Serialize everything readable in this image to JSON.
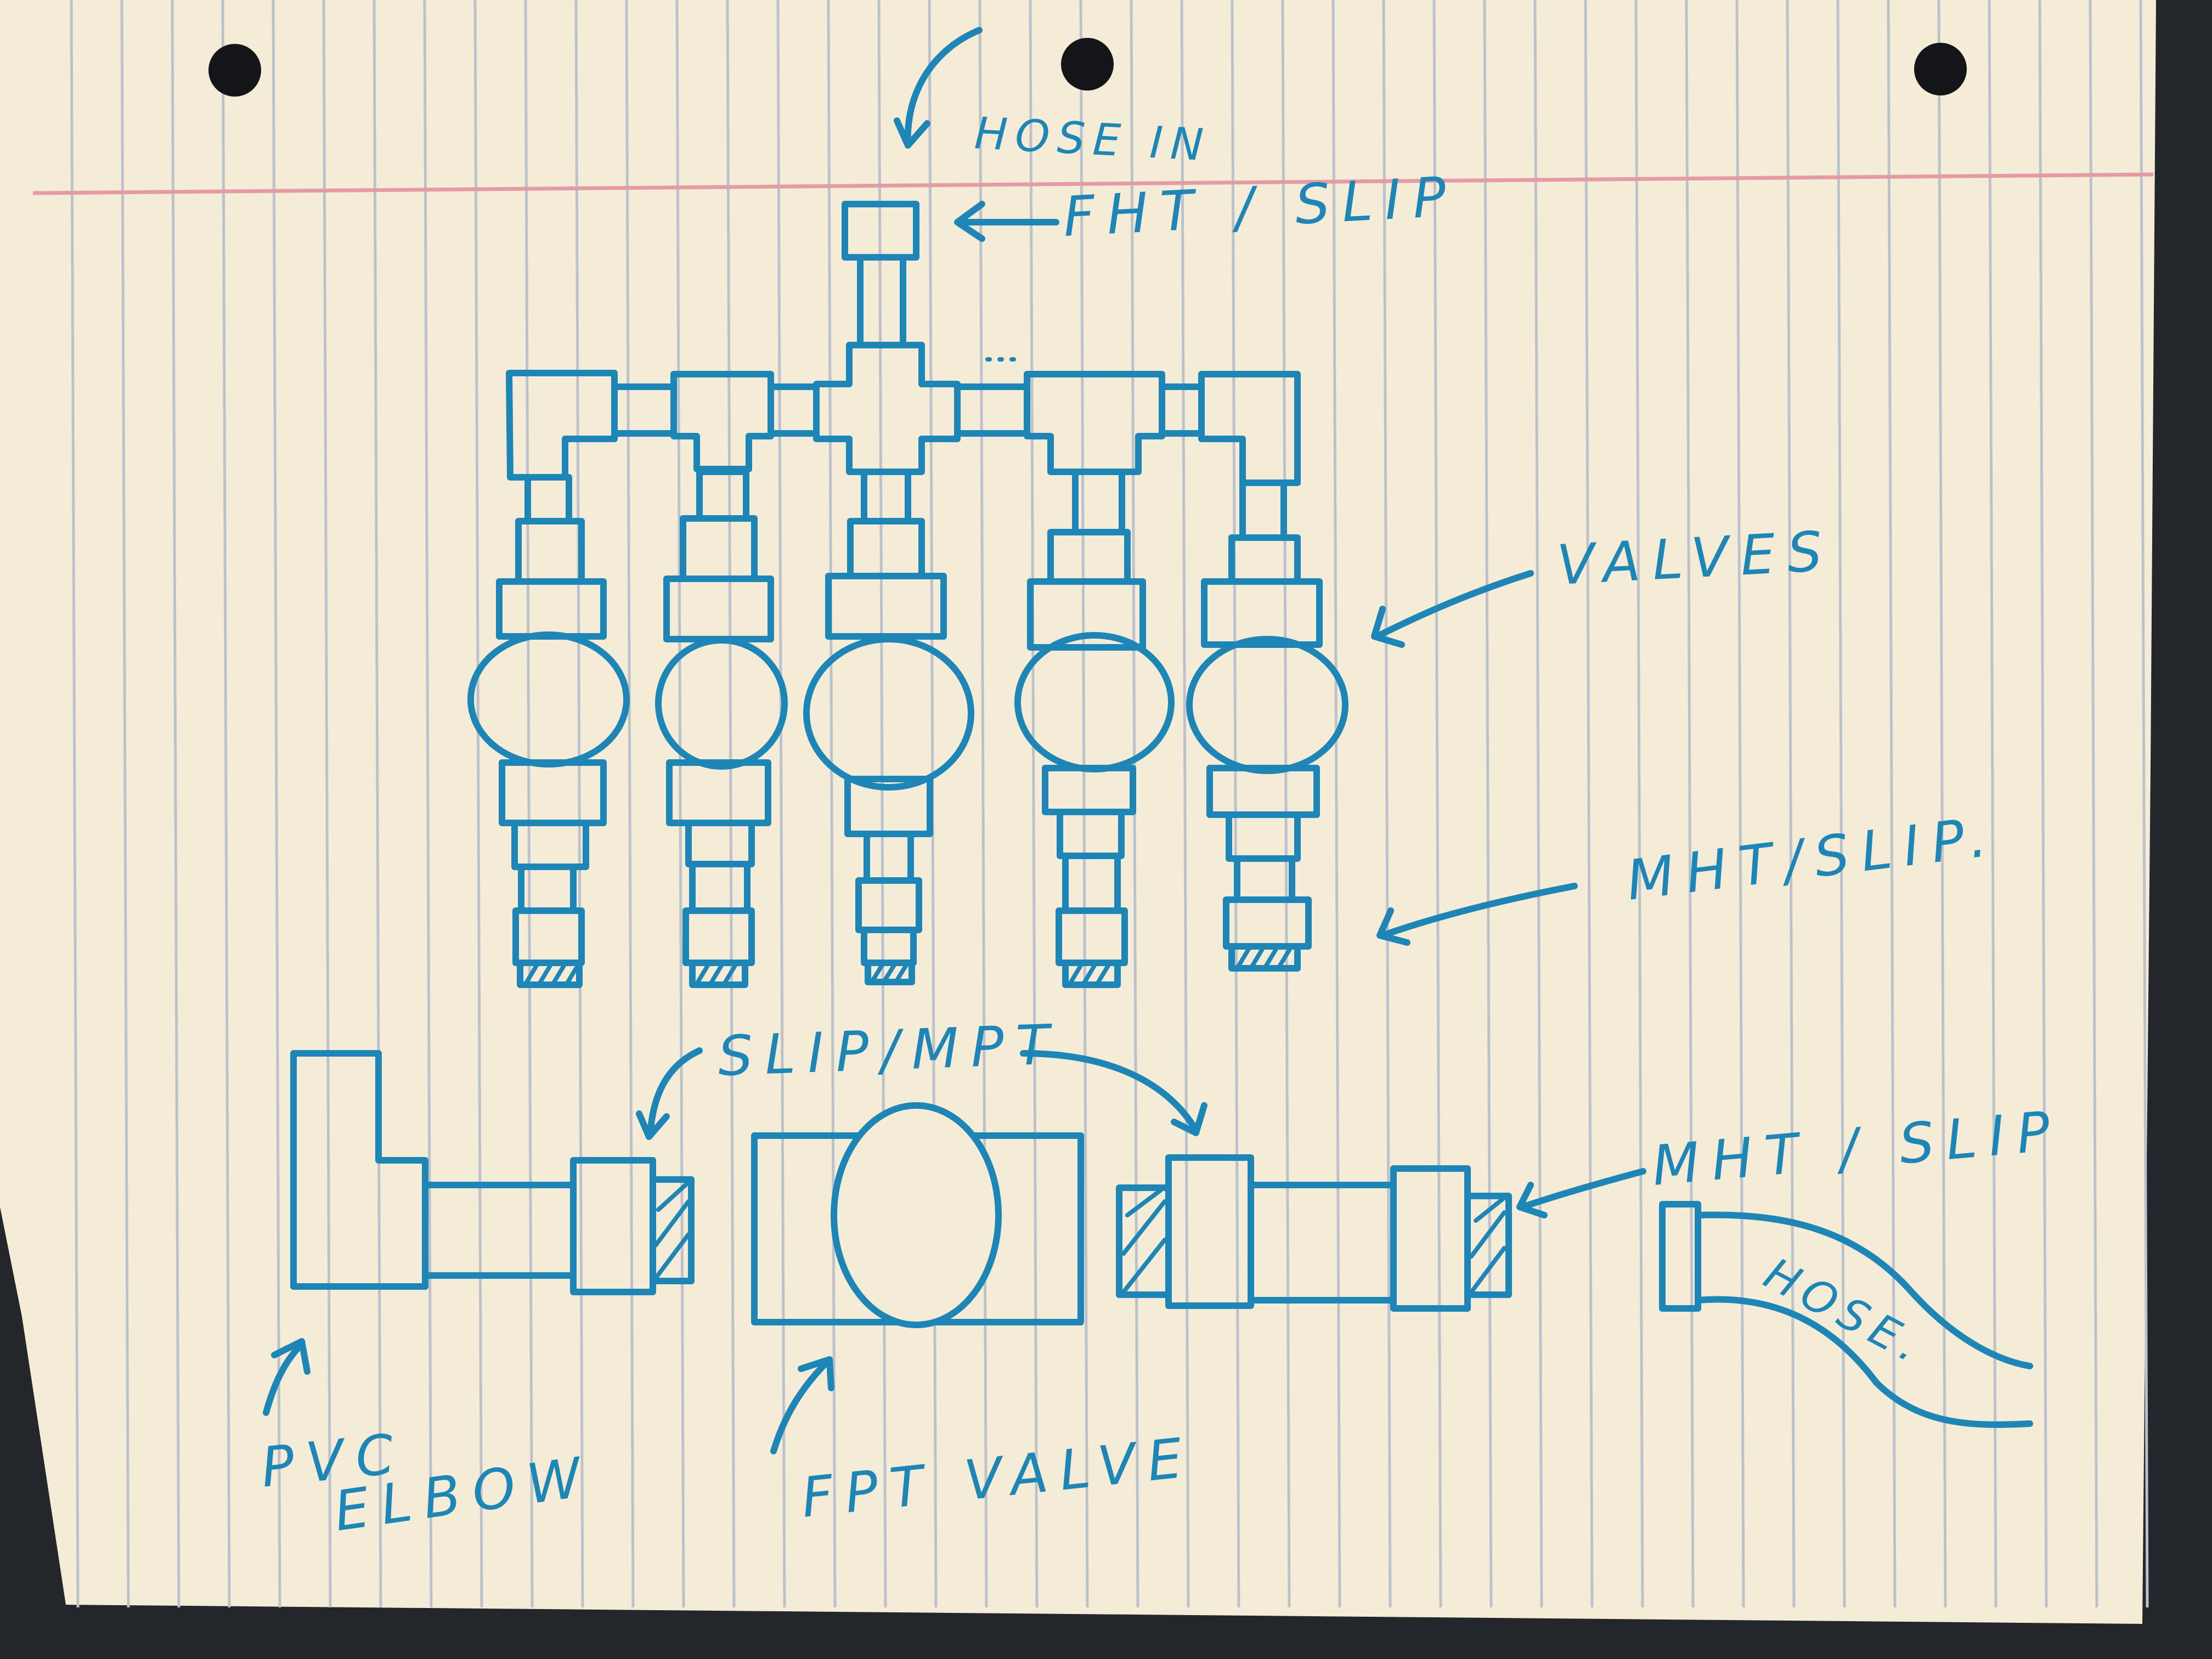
{
  "colors": {
    "ink": "#1d86b6",
    "paper": "#f4ecd6",
    "rule_line": "#b9bfc8",
    "margin_line": "#e79aa8",
    "desk": "#23262b"
  },
  "labels": {
    "hose_in": "HOSE IN",
    "fht_slip": "FHT / SLIP",
    "valves": "VALVES",
    "mht_slip_top": "MHT/SLIP.",
    "slip_mpt": "SLIP/MPT",
    "mht_slip_bottom": "MHT / SLIP",
    "hose": "HOSE.",
    "pvc": "PVC",
    "elbow": "ELBOW",
    "fpt_valve": "FPT VALVE"
  }
}
